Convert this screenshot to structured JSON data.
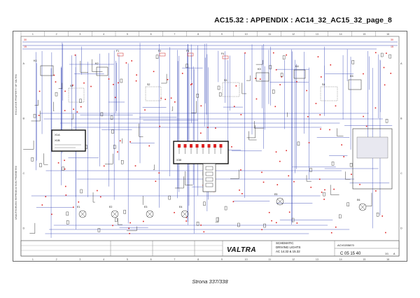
{
  "header": {
    "title": "AC15.32 : APPENDIX : AC14_32_AC15_32_page_8"
  },
  "frame": {
    "columns": [
      "1",
      "2",
      "3",
      "4",
      "5",
      "6",
      "7",
      "8",
      "9",
      "10",
      "11",
      "12",
      "13",
      "14",
      "15",
      "16"
    ],
    "rows": [
      "A",
      "B",
      "C",
      "D"
    ]
  },
  "labels": {
    "left_margin_top": "EXCLUSIVE PROPERTY OF VALTRA",
    "left_margin_bottom": "UNAUTHORIZED REPRODUCTION PROHIBITED",
    "box_left_a": "X1A",
    "box_left_b": "X1B",
    "box_center": "X30",
    "relay_k1": "K1",
    "relay_k2": "K2",
    "relay_k3": "K3",
    "relay_k4": "K4",
    "relay_k5": "K5",
    "fuse_f1": "F1",
    "fuse_f2": "F2",
    "fuse_f3": "F3",
    "fuse_f4": "F4",
    "lamp_e1": "E1",
    "lamp_e2": "E2",
    "lamp_e3": "E3",
    "lamp_e4": "E4",
    "lamp_e5": "E5",
    "lamp_e6": "E6",
    "switch_s1": "S1",
    "switch_s2": "S2",
    "switch_s3": "S3",
    "switch_s4": "S4",
    "rail_left_1": "30",
    "rail_left_2": "15",
    "rail_right_1": "30",
    "rail_right_2": "15"
  },
  "title_block": {
    "brand": "VALTRA",
    "schematic_line1": "SCHEMATIC",
    "schematic_line2": "DRIVING LIGHTS",
    "schematic_line3": "AC 14.32 & 15.32",
    "drawing_no": "ACV0205870",
    "sheet_code": "C 05 15 40",
    "sheet_num": "1/1",
    "revision": "A"
  },
  "footer": {
    "page": "Strona 337/338"
  }
}
